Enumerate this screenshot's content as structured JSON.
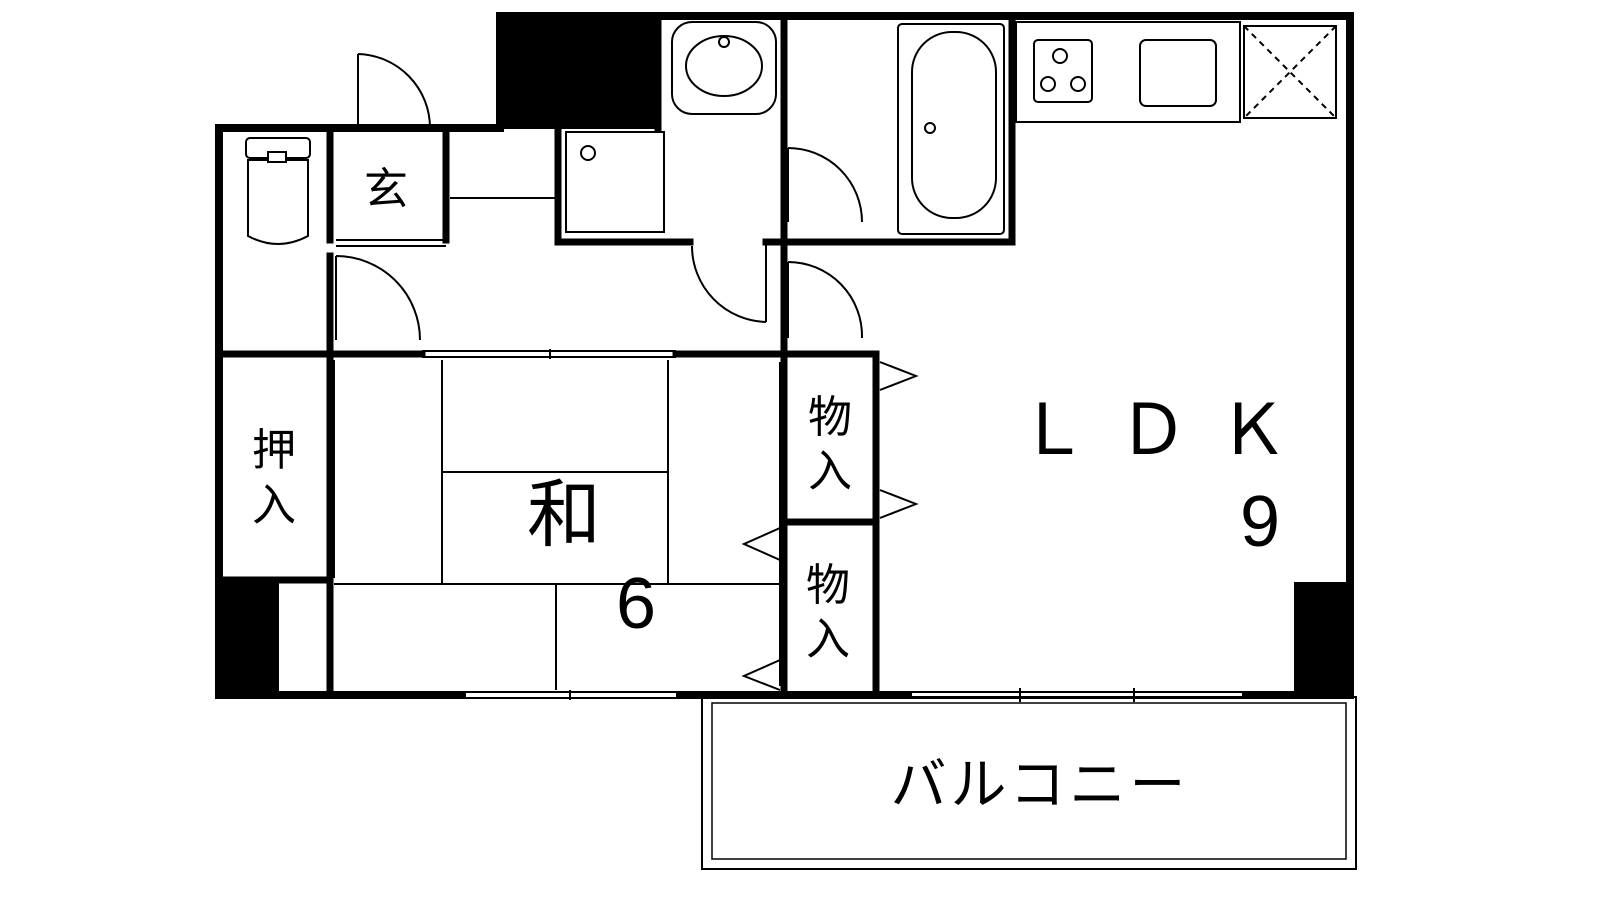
{
  "floor_plan": {
    "rooms": {
      "entrance": {
        "label": "玄"
      },
      "closet_left": {
        "label_top": "押",
        "label_bottom": "入"
      },
      "storage_upper": {
        "label_top": "物",
        "label_bottom": "入"
      },
      "storage_lower": {
        "label_top": "物",
        "label_bottom": "入"
      },
      "washitsu": {
        "label": "和",
        "size": "6"
      },
      "ldk": {
        "label": "ＬＤＫ",
        "size": "9"
      },
      "balcony": {
        "label": "バルコニー"
      }
    },
    "colors": {
      "wall": "#000000",
      "fixture": "#000000",
      "background": "#ffffff"
    }
  }
}
